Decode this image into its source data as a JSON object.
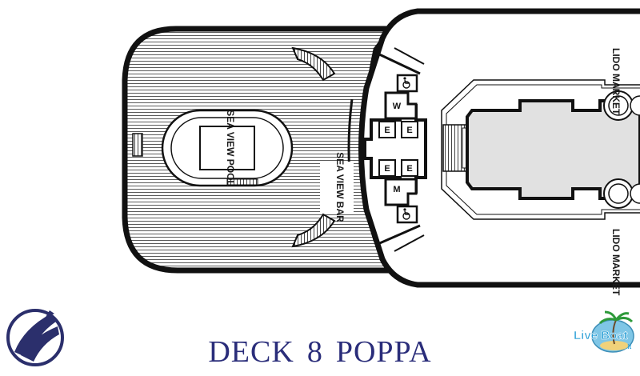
{
  "map": {
    "areas": {
      "pool": "SEA VIEW POOL",
      "bar": "SEA VIEW BAR",
      "market_top": "LIDO MARKET",
      "market_bottom": "LIDO MARKET"
    },
    "restrooms": [
      "W",
      "M"
    ],
    "elevators": [
      "E",
      "E",
      "E",
      "E"
    ],
    "accessible_icon": "wheelchair-icon"
  },
  "title": {
    "deck_word": "DECK",
    "deck_number": "8",
    "section": "POPPA"
  },
  "logo_left": {
    "icon": "ship-emblem-icon"
  },
  "logo_right": {
    "text": "Live Boat",
    "suffix": ".it",
    "icon": "palm-island-icon"
  },
  "colors": {
    "hull": "#111111",
    "corridor": "#e1e1e1",
    "title": "#2a2d7a",
    "deck_lines": "#555555"
  }
}
